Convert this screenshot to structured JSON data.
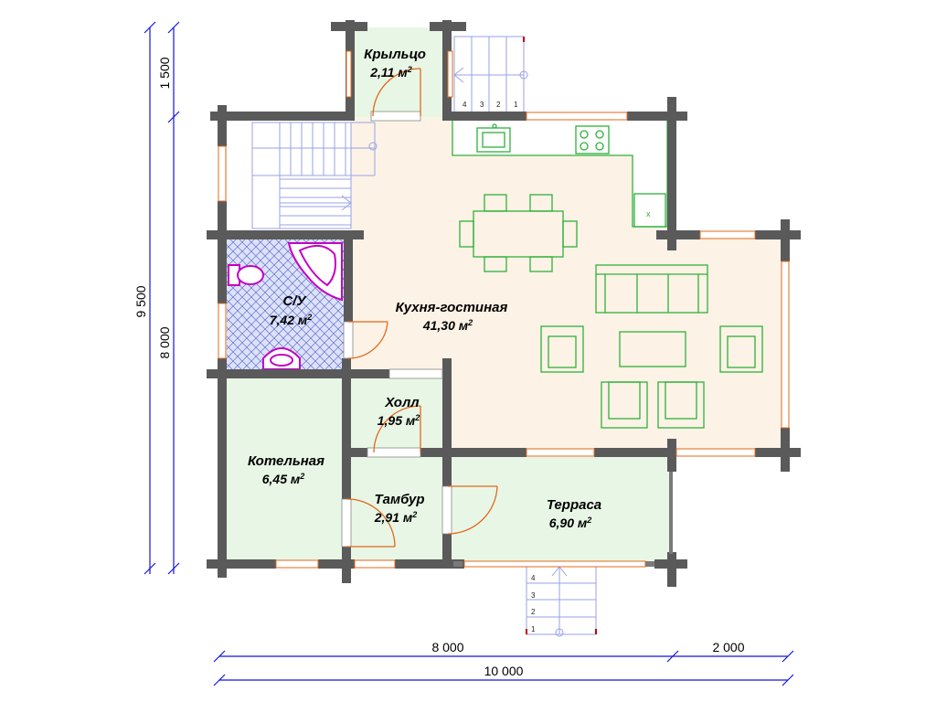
{
  "plan": {
    "rooms": {
      "porch": {
        "name": "Крыльцо",
        "area": "2,11 м"
      },
      "bathroom": {
        "name": "С/У",
        "area": "7,42 м"
      },
      "kitchen": {
        "name": "Кухня-гостиная",
        "area": "41,30 м"
      },
      "hall": {
        "name": "Холл",
        "area": "1,95 м"
      },
      "boiler": {
        "name": "Котельная",
        "area": "6,45 м"
      },
      "vestibule": {
        "name": "Тамбур",
        "area": "2,91 м"
      },
      "terrace": {
        "name": "Терраса",
        "area": "6,90 м"
      }
    },
    "sup": "2",
    "dimensions": {
      "left_outer": "9 500",
      "left_top": "1 500",
      "left_main": "8 000",
      "bottom_a": "8 000",
      "bottom_b": "2 000",
      "bottom_total": "10 000"
    },
    "stairs": {
      "porch_steps": [
        "4",
        "3",
        "2",
        "1"
      ],
      "terrace_steps": [
        "4",
        "3",
        "2",
        "1"
      ]
    },
    "colors": {
      "wall": "#5a5a5a",
      "kitchen_floor": "#fcf2e6",
      "wet_floor": "#e8f6e6",
      "bath_tile": "#c9d2f5",
      "dimension_line": "#1515e0",
      "furniture": "#2db13a",
      "door": "#e06a1a",
      "fixture": "#c300c3"
    }
  }
}
